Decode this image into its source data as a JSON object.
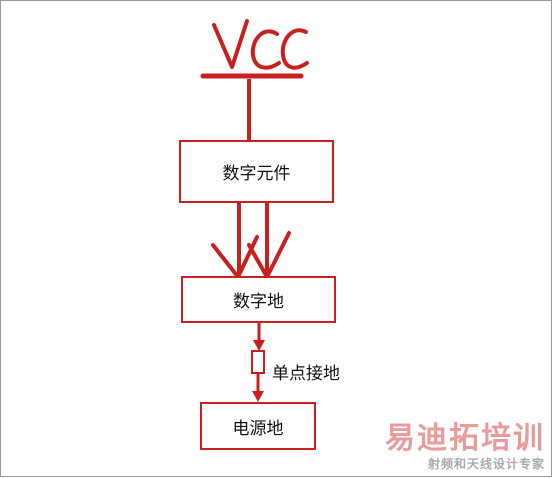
{
  "diagram": {
    "supply_label": "VCC",
    "blocks": {
      "digital_component": "数字元件",
      "digital_ground": "数字地",
      "single_point_ground": "单点接地",
      "power_ground": "电源地"
    },
    "colors": {
      "ink": "#c81f1f",
      "text": "#111111"
    }
  },
  "watermark": {
    "title": "易迪拓培训",
    "subtitle": "射频和天线设计专家"
  }
}
